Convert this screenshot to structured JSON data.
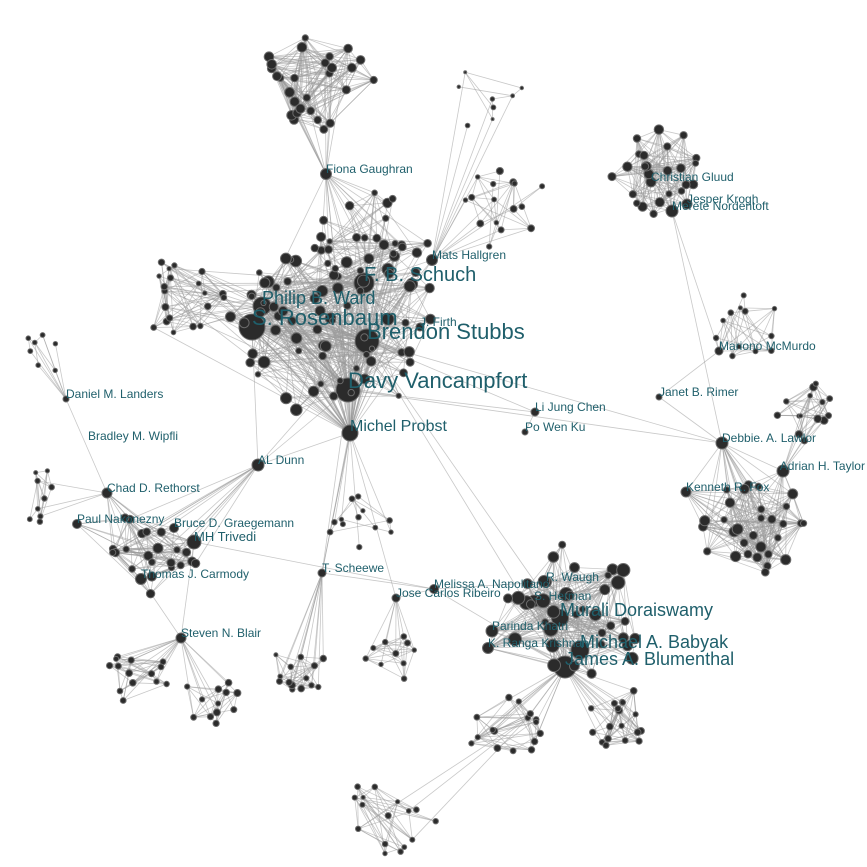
{
  "graph": {
    "labels": [
      {
        "id": "fiona",
        "text": "Fiona Gaughran",
        "size": 12
      },
      {
        "id": "mats",
        "text": "Mats Hallgren",
        "size": 12
      },
      {
        "id": "schuch",
        "text": "F. B. Schuch",
        "size": 20
      },
      {
        "id": "ward",
        "text": "Philip B. Ward",
        "size": 18
      },
      {
        "id": "rosen",
        "text": "S. Rosenbaum",
        "size": 22
      },
      {
        "id": "firth",
        "text": "J. Firth",
        "size": 12
      },
      {
        "id": "stubbs",
        "text": "Brendon Stubbs",
        "size": 22
      },
      {
        "id": "vanc",
        "text": "Davy Vancampfort",
        "size": 22
      },
      {
        "id": "probst",
        "text": "Michel Probst",
        "size": 16
      },
      {
        "id": "lijung",
        "text": "Li Jung Chen",
        "size": 12
      },
      {
        "id": "powen",
        "text": "Po Wen Ku",
        "size": 12
      },
      {
        "id": "landers",
        "text": "Daniel M. Landers",
        "size": 12
      },
      {
        "id": "wipfli",
        "text": "Bradley M. Wipfli",
        "size": 12
      },
      {
        "id": "dunn",
        "text": "AL Dunn",
        "size": 12
      },
      {
        "id": "rethorst",
        "text": "Chad D. Rethorst",
        "size": 12
      },
      {
        "id": "naka",
        "text": "Paul Nakonezny",
        "size": 12
      },
      {
        "id": "graege",
        "text": "Bruce D. Graegemann",
        "size": 12
      },
      {
        "id": "trivedi",
        "text": "MH Trivedi",
        "size": 13
      },
      {
        "id": "carmody",
        "text": "Thomas J. Carmody",
        "size": 12
      },
      {
        "id": "blair",
        "text": "Steven N. Blair",
        "size": 12
      },
      {
        "id": "scheewe",
        "text": "T. Scheewe",
        "size": 12
      },
      {
        "id": "ribeiro",
        "text": "Jose Carlos Ribeiro",
        "size": 12
      },
      {
        "id": "napol",
        "text": "Melissa A. Napolitano",
        "size": 12
      },
      {
        "id": "waugh",
        "text": "R. Waugh",
        "size": 12
      },
      {
        "id": "herman",
        "text": "S. Herman",
        "size": 12
      },
      {
        "id": "dorai",
        "text": "Murali Doraiswamy",
        "size": 18
      },
      {
        "id": "parinda",
        "text": "Parinda Khatri",
        "size": 12
      },
      {
        "id": "ranga",
        "text": "K. Ranga Krishnan",
        "size": 12
      },
      {
        "id": "babyak",
        "text": "Michael A. Babyak",
        "size": 18
      },
      {
        "id": "blumen",
        "text": "James A. Blumenthal",
        "size": 18
      },
      {
        "id": "gluud",
        "text": "Christian Gluud",
        "size": 12
      },
      {
        "id": "krogh",
        "text": "Jesper Krogh",
        "size": 12
      },
      {
        "id": "nord",
        "text": "Merete Nordentoft",
        "size": 12
      },
      {
        "id": "mcmurdo",
        "text": "Mariono McMurdo",
        "size": 12
      },
      {
        "id": "rimer",
        "text": "Janet B. Rimer",
        "size": 12
      },
      {
        "id": "lawlor",
        "text": "Debbie. A. Lawlor",
        "size": 12
      },
      {
        "id": "taylor",
        "text": "Adrian H. Taylor",
        "size": 12
      },
      {
        "id": "fox",
        "text": "Kenneth R. Fox",
        "size": 12
      }
    ]
  }
}
